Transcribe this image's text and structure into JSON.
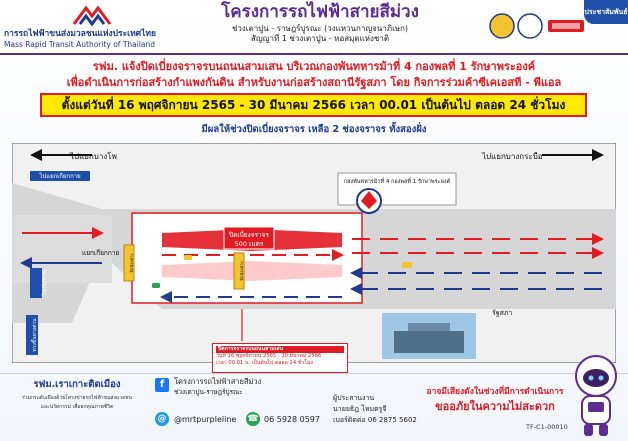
{
  "header": {
    "org_th": "การรถไฟฟ้าขนส่งมวลชนแห่งประเทศไทย",
    "org_en": "Mass Rapid Transit Authority of Thailand",
    "project_title": "โครงการรถไฟฟ้าสายสีม่วง",
    "project_sub1": "ช่วงเตาปูน - ราษฎร์บูรณะ (วงแหวนกาญจนาภิเษก)",
    "project_sub2": "สัญญาที่ 1 ช่วงเตาปูน - หอสมุดแห่งชาติ",
    "corner_tag": "ประชาสัมพันธ์"
  },
  "notice": {
    "line1": "รฟม. แจ้งปิดเบี่ยงจราจรบนถนนสามเสน บริเวณกองพันทหารม้าที่ 4 กองพลที่ 1 รักษาพระองค์",
    "line2": "เพื่อดำเนินการก่อสร้างกำแพงกันดิน สำหรับงานก่อสร้างสถานีรัฐสภา โดย กิจการร่วมค้าซีเคเอสที - พีแอล",
    "date_range": "ตั้งแต่วันที่ 16 พฤศจิกายน 2565 - 30 มีนาคม 2566 เวลา 00.01 เป็นต้นไป ตลอด 24 ชั่วโมง",
    "sub_note": "มีผลให้ช่วงปิดเบี่ยงจราจร เหลือ 2 ช่องจราจร ทั้งสองฝั่ง"
  },
  "map": {
    "label_left": "ไปแยกบางโพ",
    "label_right": "ไปแยกบางกระบือ",
    "road_top_label": "ไปแยกเกียกกาย",
    "intersection_label": "แยกเกียกกาย",
    "road_mid_label": "ไปเกียกกาย",
    "road_bottom_label": "ทางขึ้นทางด่วน",
    "army_unit": "กองพันทหารม้าที่ 4 กองพลที่ 1 รักษาพระองค์",
    "closure_label": "ปิดเบี่ยงจราจร",
    "closure_length": "500 เมตร",
    "parliament": "รัฐสภา",
    "pillar_labels": [
      "ปิดช่องทาง",
      "ปิดช่องทาง"
    ],
    "callout_title": "ปิดการจราจรบนถนนสามเสน",
    "callout_line1": "วันที่ 16 พฤศจิกายน 2565 - 30 มีนาคม 2566",
    "callout_line2": "เวลา 00.01 น. เป็นต้นไป ตลอด 24 ชั่วโมง"
  },
  "footer": {
    "left_title": "รฟม.เราเกาะติดเมือง",
    "left_line1": "ร่วมกระตับเมืองด้วยโครงข่ายรถไฟฟ้าขนส่งมวลชน",
    "left_line2": "และนวัตกรรม เพื่อยกคุณภาพชีวิต",
    "fb_name": "โครงการรถไฟฟ้าสายสีม่วง",
    "fb_sub": "ช่วงเตาปูน-ราษฎร์บูรณะ",
    "social_handle": "@mrtpurpleline",
    "phone": "06 5928 0597",
    "contact_title": "ผู้ประสานงาน",
    "contact_name": "นายยธิฎ  โหมดรูจี",
    "contact_phone": "เบอร์ติดต่อ 06 2875 5602",
    "warn1": "อาจมีเสียงดังในช่วงที่มีการดำเนินการ",
    "warn2": "ขออภัยในความไม่สะดวก",
    "code": "TF-C1-00010",
    "fb_icon": "f",
    "at_icon": "@",
    "phone_icon": "☎"
  },
  "colors": {
    "purple": "#5b2d8e",
    "red": "#e21b23",
    "yellow": "#ffe900",
    "navy": "#203a8c"
  }
}
